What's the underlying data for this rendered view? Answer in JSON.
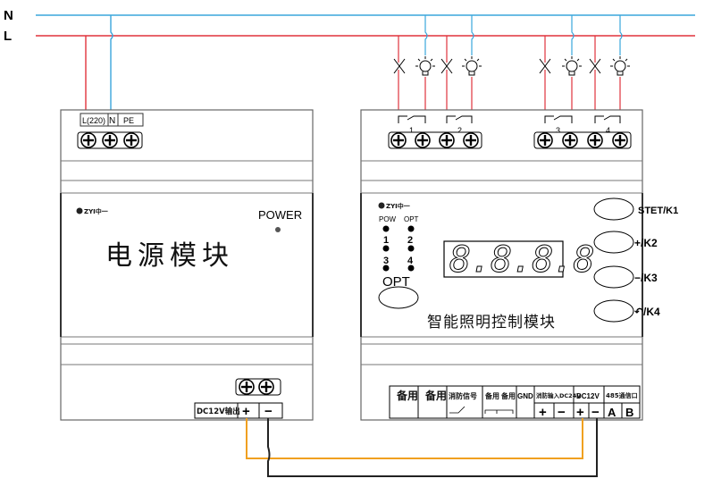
{
  "lines": {
    "n": "N",
    "l": "L",
    "n_color": "#3aa6dc",
    "l_color": "#e0323c"
  },
  "power_module": {
    "terminal_labels": [
      "L(220)",
      "N",
      "PE"
    ],
    "power_label": "POWER",
    "title": "电源模块",
    "output_label": "DC12V输出",
    "output_plus": "+",
    "output_minus": "−"
  },
  "controller": {
    "brand": "ZYI中一",
    "relay_numbers": [
      "1",
      "2",
      "3",
      "4"
    ],
    "indicators": {
      "pow": "POW",
      "opt": "OPT",
      "ch1": "1",
      "ch2": "2",
      "ch3": "3",
      "ch4": "4"
    },
    "opt_label": "OPT",
    "display": "8.8.8.8",
    "keys": [
      "STET/K1",
      "+/K2",
      "−/K3",
      "↶/K4"
    ],
    "title": "智能照明控制模块",
    "terminals": {
      "spare1": "备用",
      "spare2": "备用",
      "fire_signal": "消防信号",
      "spare_switch1": "备用",
      "spare_switch2": "备用",
      "gnd": "GND",
      "fire_input": "消防输入DC24V",
      "dc12v": "DC12V",
      "rs485": "485通信口",
      "plus": "+",
      "minus": "−",
      "a": "A",
      "b": "B"
    }
  },
  "wire_colors": {
    "positive": "#f0a020",
    "negative": "#222222"
  }
}
